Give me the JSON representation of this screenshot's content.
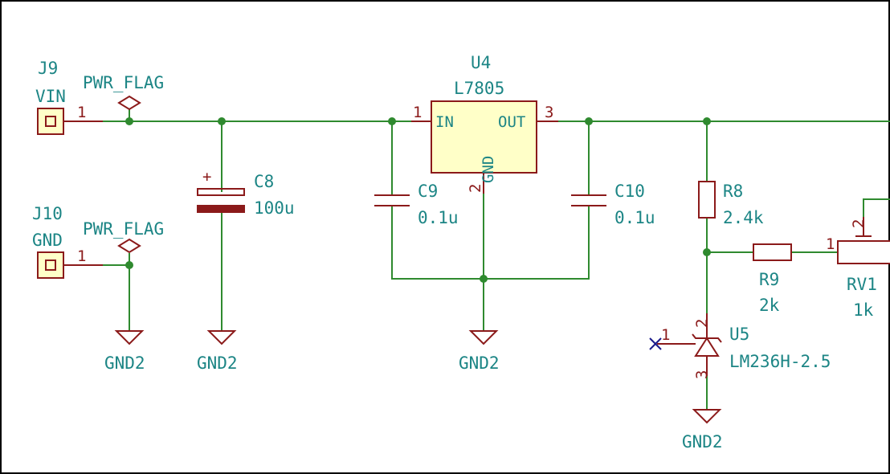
{
  "colors": {
    "wire": "#2f8a2f",
    "component": "#8b1a1a",
    "text": "#1c8585",
    "fill": "#ffffc8",
    "noconnect": "#1a1a8b"
  },
  "j9": {
    "ref": "J9",
    "value": "VIN",
    "pin": "1"
  },
  "j10": {
    "ref": "J10",
    "value": "GND",
    "pin": "1"
  },
  "pwr_flag_1": "PWR_FLAG",
  "pwr_flag_2": "PWR_FLAG",
  "c8": {
    "ref": "C8",
    "value": "100u",
    "plus": "+"
  },
  "u4": {
    "ref": "U4",
    "value": "L7805",
    "pin_in": "1",
    "pin_out": "3",
    "pin_gnd": "2",
    "label_in": "IN",
    "label_out": "OUT",
    "label_gnd": "GND"
  },
  "c9": {
    "ref": "C9",
    "value": "0.1u"
  },
  "c10": {
    "ref": "C10",
    "value": "0.1u"
  },
  "r8": {
    "ref": "R8",
    "value": "2.4k"
  },
  "r9": {
    "ref": "R9",
    "value": "2k"
  },
  "rv1": {
    "ref": "RV1",
    "value": "1k",
    "pin1": "1",
    "pin2": "2"
  },
  "u5": {
    "ref": "U5",
    "value": "LM236H-2.5",
    "pin1": "1",
    "pin2": "2",
    "pin3": "3"
  },
  "gnd_labels": [
    "GND2",
    "GND2",
    "GND2",
    "GND2"
  ]
}
